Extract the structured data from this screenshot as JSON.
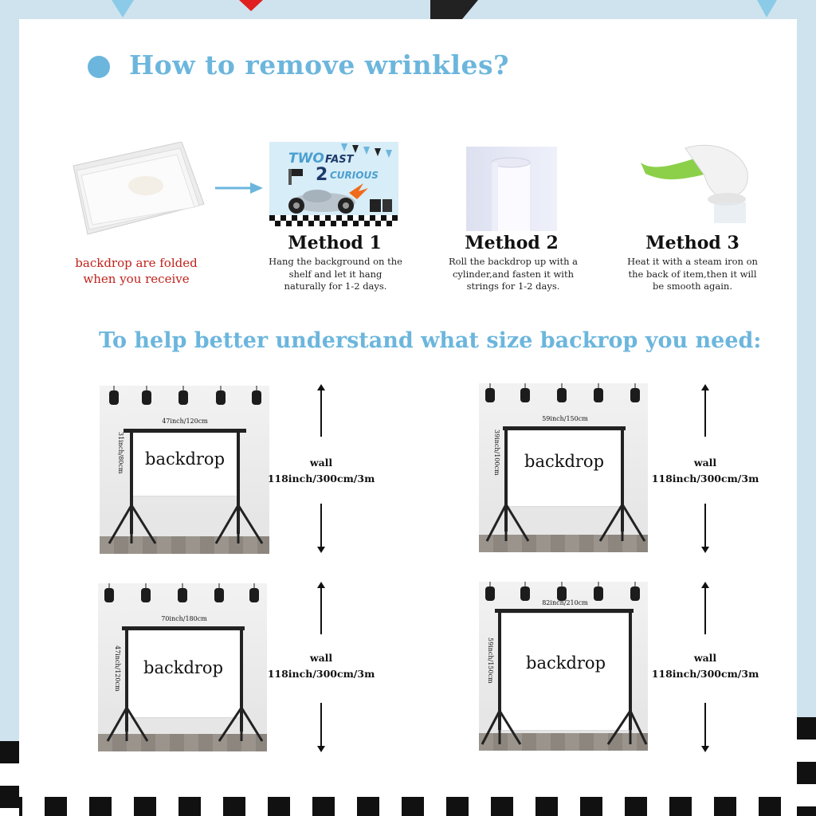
{
  "heading_wrinkles": "How to remove wrinkles?",
  "folded_caption": "backdrop are folded when you receive",
  "product_image": {
    "line1": "TWO",
    "line2": "FAST",
    "line3": "2",
    "line4": "CURIOUS"
  },
  "methods": [
    {
      "title": "Method 1",
      "desc": "Hang the background on the shelf and let it hang naturally for 1-2 days."
    },
    {
      "title": "Method 2",
      "desc": "Roll the backdrop up with a cylinder,and fasten it with strings for 1-2 days."
    },
    {
      "title": "Method 3",
      "desc": "Heat it with a steam iron on the back of item,then it will be smooth again."
    }
  ],
  "heading_size": "To help better understand what size backrop you need:",
  "sizes": [
    {
      "width": "47inch/120cm",
      "height": "31inch/80cm",
      "label": "backdrop",
      "wall_label": "wall",
      "wall_size": "118inch/300cm/3m"
    },
    {
      "width": "59inch/150cm",
      "height": "39inch/100cm",
      "label": "backdrop",
      "wall_label": "wall",
      "wall_size": "118inch/300cm/3m"
    },
    {
      "width": "70inch/180cm",
      "height": "47inch/120cm",
      "label": "backdrop",
      "wall_label": "wall",
      "wall_size": "118inch/300cm/3m"
    },
    {
      "width": "82inch/210cm",
      "height": "59inch/150cm",
      "label": "backdrop",
      "wall_label": "wall",
      "wall_size": "118inch/300cm/3m"
    }
  ],
  "colors": {
    "accent": "#6cb6dd",
    "caption_red": "#c0221b"
  }
}
